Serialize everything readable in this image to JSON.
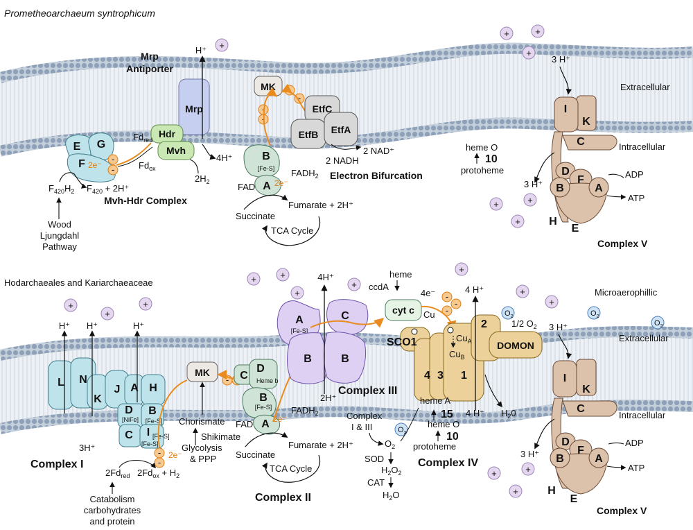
{
  "panel_top": {
    "title": "Prometheoarchaeum syntrophicum",
    "mrp_title": "Mrp",
    "mrp_title2": "Antiporter",
    "mrp": "Mrp",
    "hdr": "Hdr",
    "mvh": "Mvh",
    "hplus": "H⁺",
    "fdred": "Fd",
    "fdred_sub": "red",
    "fdox": "Fd",
    "fdox_sub": "ox",
    "four_h": "4H⁺",
    "two_h2": "2H",
    "two_h2_sub": "2",
    "e": "E",
    "g": "G",
    "f": "F",
    "two_e": "2e⁻",
    "f420h2": "F",
    "f420h2_sub": "420",
    "f420h2_tail": "H",
    "f420h2_sub2": "2",
    "f420": "F",
    "f420_sub": "420",
    "f420_tail": " + 2H⁺",
    "mvh_hdr_complex": "Mvh-Hdr Complex",
    "wood1": "Wood",
    "wood2": "Ljungdahl",
    "wood3": "Pathway",
    "mk": "MK",
    "etfc": "EtfC",
    "etfb": "EtfB",
    "etfa": "EtfA",
    "nad": "2 NAD⁺",
    "nadh": "2 NADH",
    "electron_bifurcation": "Electron Bifurcation",
    "sdh_b": "B",
    "sdh_fes": "[Fe-S]",
    "sdh_a": "A",
    "fadh2": "FADH",
    "fadh2_sub": "2",
    "fad": "FAD",
    "two_e_b": "2e⁻",
    "succinate": "Succinate",
    "fumarate": "Fumarate + 2H⁺",
    "tca": "TCA Cycle",
    "heme_o": "heme O",
    "ten": "10",
    "protoheme": "protoheme",
    "three_h_out": "3 H⁺",
    "three_h_in": "3 H⁺",
    "extracellular": "Extracellular",
    "intracellular": "Intracellular",
    "adp": "ADP",
    "atp": "ATP",
    "atp_i": "I",
    "atp_k": "K",
    "atp_c": "C",
    "atp_d": "D",
    "atp_f": "F",
    "atp_b": "B",
    "atp_a": "A",
    "atp_h": "H",
    "atp_e": "E",
    "complex_v": "Complex V"
  },
  "panel_bottom": {
    "title": "Hodarchaeales and Kariarchaeaceae",
    "h1": "H⁺",
    "h2": "H⁺",
    "h3": "H⁺",
    "l": "L",
    "n": "N",
    "k": "K",
    "j": "J",
    "a": "A",
    "h": "H",
    "d": "D",
    "nife": "[NiFe]",
    "b": "B",
    "fes1": "[Fe-S]",
    "c": "C",
    "i": "I",
    "fes2": "[Fe-S]",
    "fes3": "[Fe-S]",
    "three_h": "3H⁺",
    "two_e": "2e⁻",
    "complex_i": "Complex I",
    "fdred": "2Fd",
    "fdred_sub": "red",
    "fdox": "2Fd",
    "fdox_sub": "ox",
    "fdox_tail": " + H",
    "fdox_sub2": "2",
    "cat1": "Catabolism",
    "cat2": "carbohydrates",
    "cat3": "and protein",
    "mk": "MK",
    "chorismate": "Chorismate",
    "shikimate": "Shikimate",
    "glycolysis": "Glycolysis",
    "ppp": "& PPP",
    "c2_c": "C",
    "c2_d": "D",
    "c2_hemeb": "Heme b",
    "c2_b": "B",
    "c2_fes": "[Fe-S]",
    "c2_a": "A",
    "fadh2": "FADH",
    "fadh2_sub": "2",
    "fad": "FAD",
    "two_e_b": "2e⁻",
    "succinate": "Succinate",
    "fumarate": "Fumarate + 2H⁺",
    "tca": "TCA Cycle",
    "complex_ii": "Complex II",
    "four_h": "4H⁺",
    "c3_a": "A",
    "c3_fes": "[Fe-S]",
    "c3_c": "C",
    "c3_b1": "B",
    "c3_b2": "B",
    "two_h": "2H⁺",
    "complex_iii": "Complex III",
    "heme": "heme",
    "ccda": "ccdA",
    "cytc": "cyt c",
    "four_e": "4e⁻",
    "cu": "Cu",
    "sco1": "SCO1",
    "cua": "Cu",
    "cua_sub": "A",
    "cub": "Cu",
    "cub_sub": "B",
    "c4_4": "4",
    "c4_3": "3",
    "c4_1": "1",
    "c4_2": "2",
    "four_h_up": "4 H⁺",
    "four_h_down": "4 H⁺",
    "half_o2": "1/2 O",
    "half_o2_sub": "2",
    "domon": "DOMON",
    "h2o": "H",
    "h2o_sub": "2",
    "h2o_tail": "0",
    "heme_a": "heme A",
    "fifteen": "15",
    "heme_o": "heme O",
    "ten": "10",
    "protoheme": "protoheme",
    "complex_iv": "Complex IV",
    "cx13_1": "Complex",
    "cx13_2": "I & III",
    "o2": "O",
    "o2_sub": "2",
    "o2_bubble": "O",
    "o2_bubble_sub": "2",
    "sod": "SOD",
    "h2o2": "H",
    "h2o2_sub": "2",
    "h2o2_mid": "O",
    "h2o2_sub2": "2",
    "cat": "CAT",
    "h2o_b": "H",
    "h2o_b_sub": "2",
    "h2o_b_tail": "O",
    "microaerophillic": "Microaerophillic",
    "three_h_out": "3 H⁺",
    "three_h_in": "3 H⁺",
    "extracellular": "Extracellular",
    "intracellular": "Intracellular",
    "adp": "ADP",
    "atp": "ATP",
    "atp_i": "I",
    "atp_k": "K",
    "atp_c": "C",
    "atp_d": "D",
    "atp_f": "F",
    "atp_b": "B",
    "atp_a": "A",
    "atp_h": "H",
    "atp_e": "E",
    "complex_v": "Complex V"
  },
  "symbols": {
    "plus": "+",
    "minus": "-",
    "o2": "O",
    "o2_sub": "2"
  },
  "colors": {
    "membrane_head": "#9fb0c6",
    "membrane_tail": "#dfe6ee",
    "complex_i": "#bfe3ea",
    "mvh": "#c9e8b4",
    "mrp": "#c7cff0",
    "sdh": "#cfe3d6",
    "etf": "#d8d8d8",
    "complex_iii": "#ddd0f3",
    "complex_iv": "#ecd29a",
    "atp_synthase": "#dcc1ab",
    "electron_path": "#e98b1e",
    "proton_bubble": "#e4d7ef"
  }
}
